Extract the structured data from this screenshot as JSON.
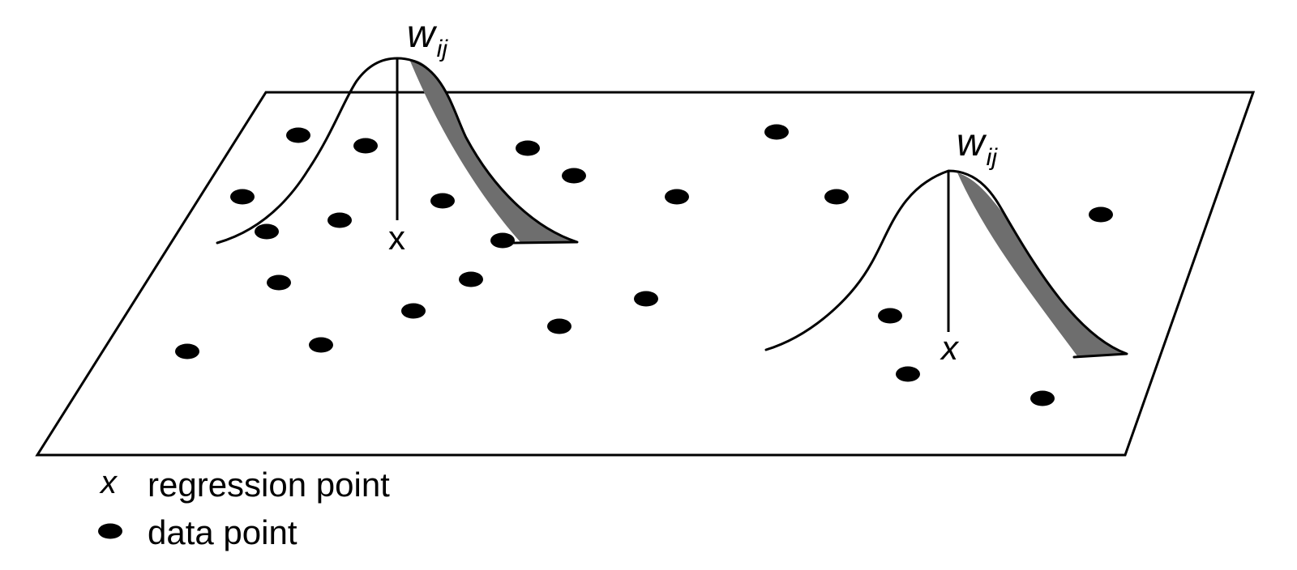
{
  "kernels": [
    {
      "weight_label": "w",
      "weight_subscript": "ij",
      "point_label": "x"
    },
    {
      "weight_label": "w",
      "weight_subscript": "ij",
      "point_label": "x"
    }
  ],
  "legend": {
    "regression_symbol": "x",
    "regression_label": "regression point",
    "data_label": "data point"
  },
  "colors": {
    "stroke": "#000000",
    "shadow_dark": "#6e6e6e",
    "shadow_light": "#ffffff"
  },
  "icons": {
    "data_point": "filled-ellipse",
    "kernel": "gaussian-bell-curve"
  }
}
